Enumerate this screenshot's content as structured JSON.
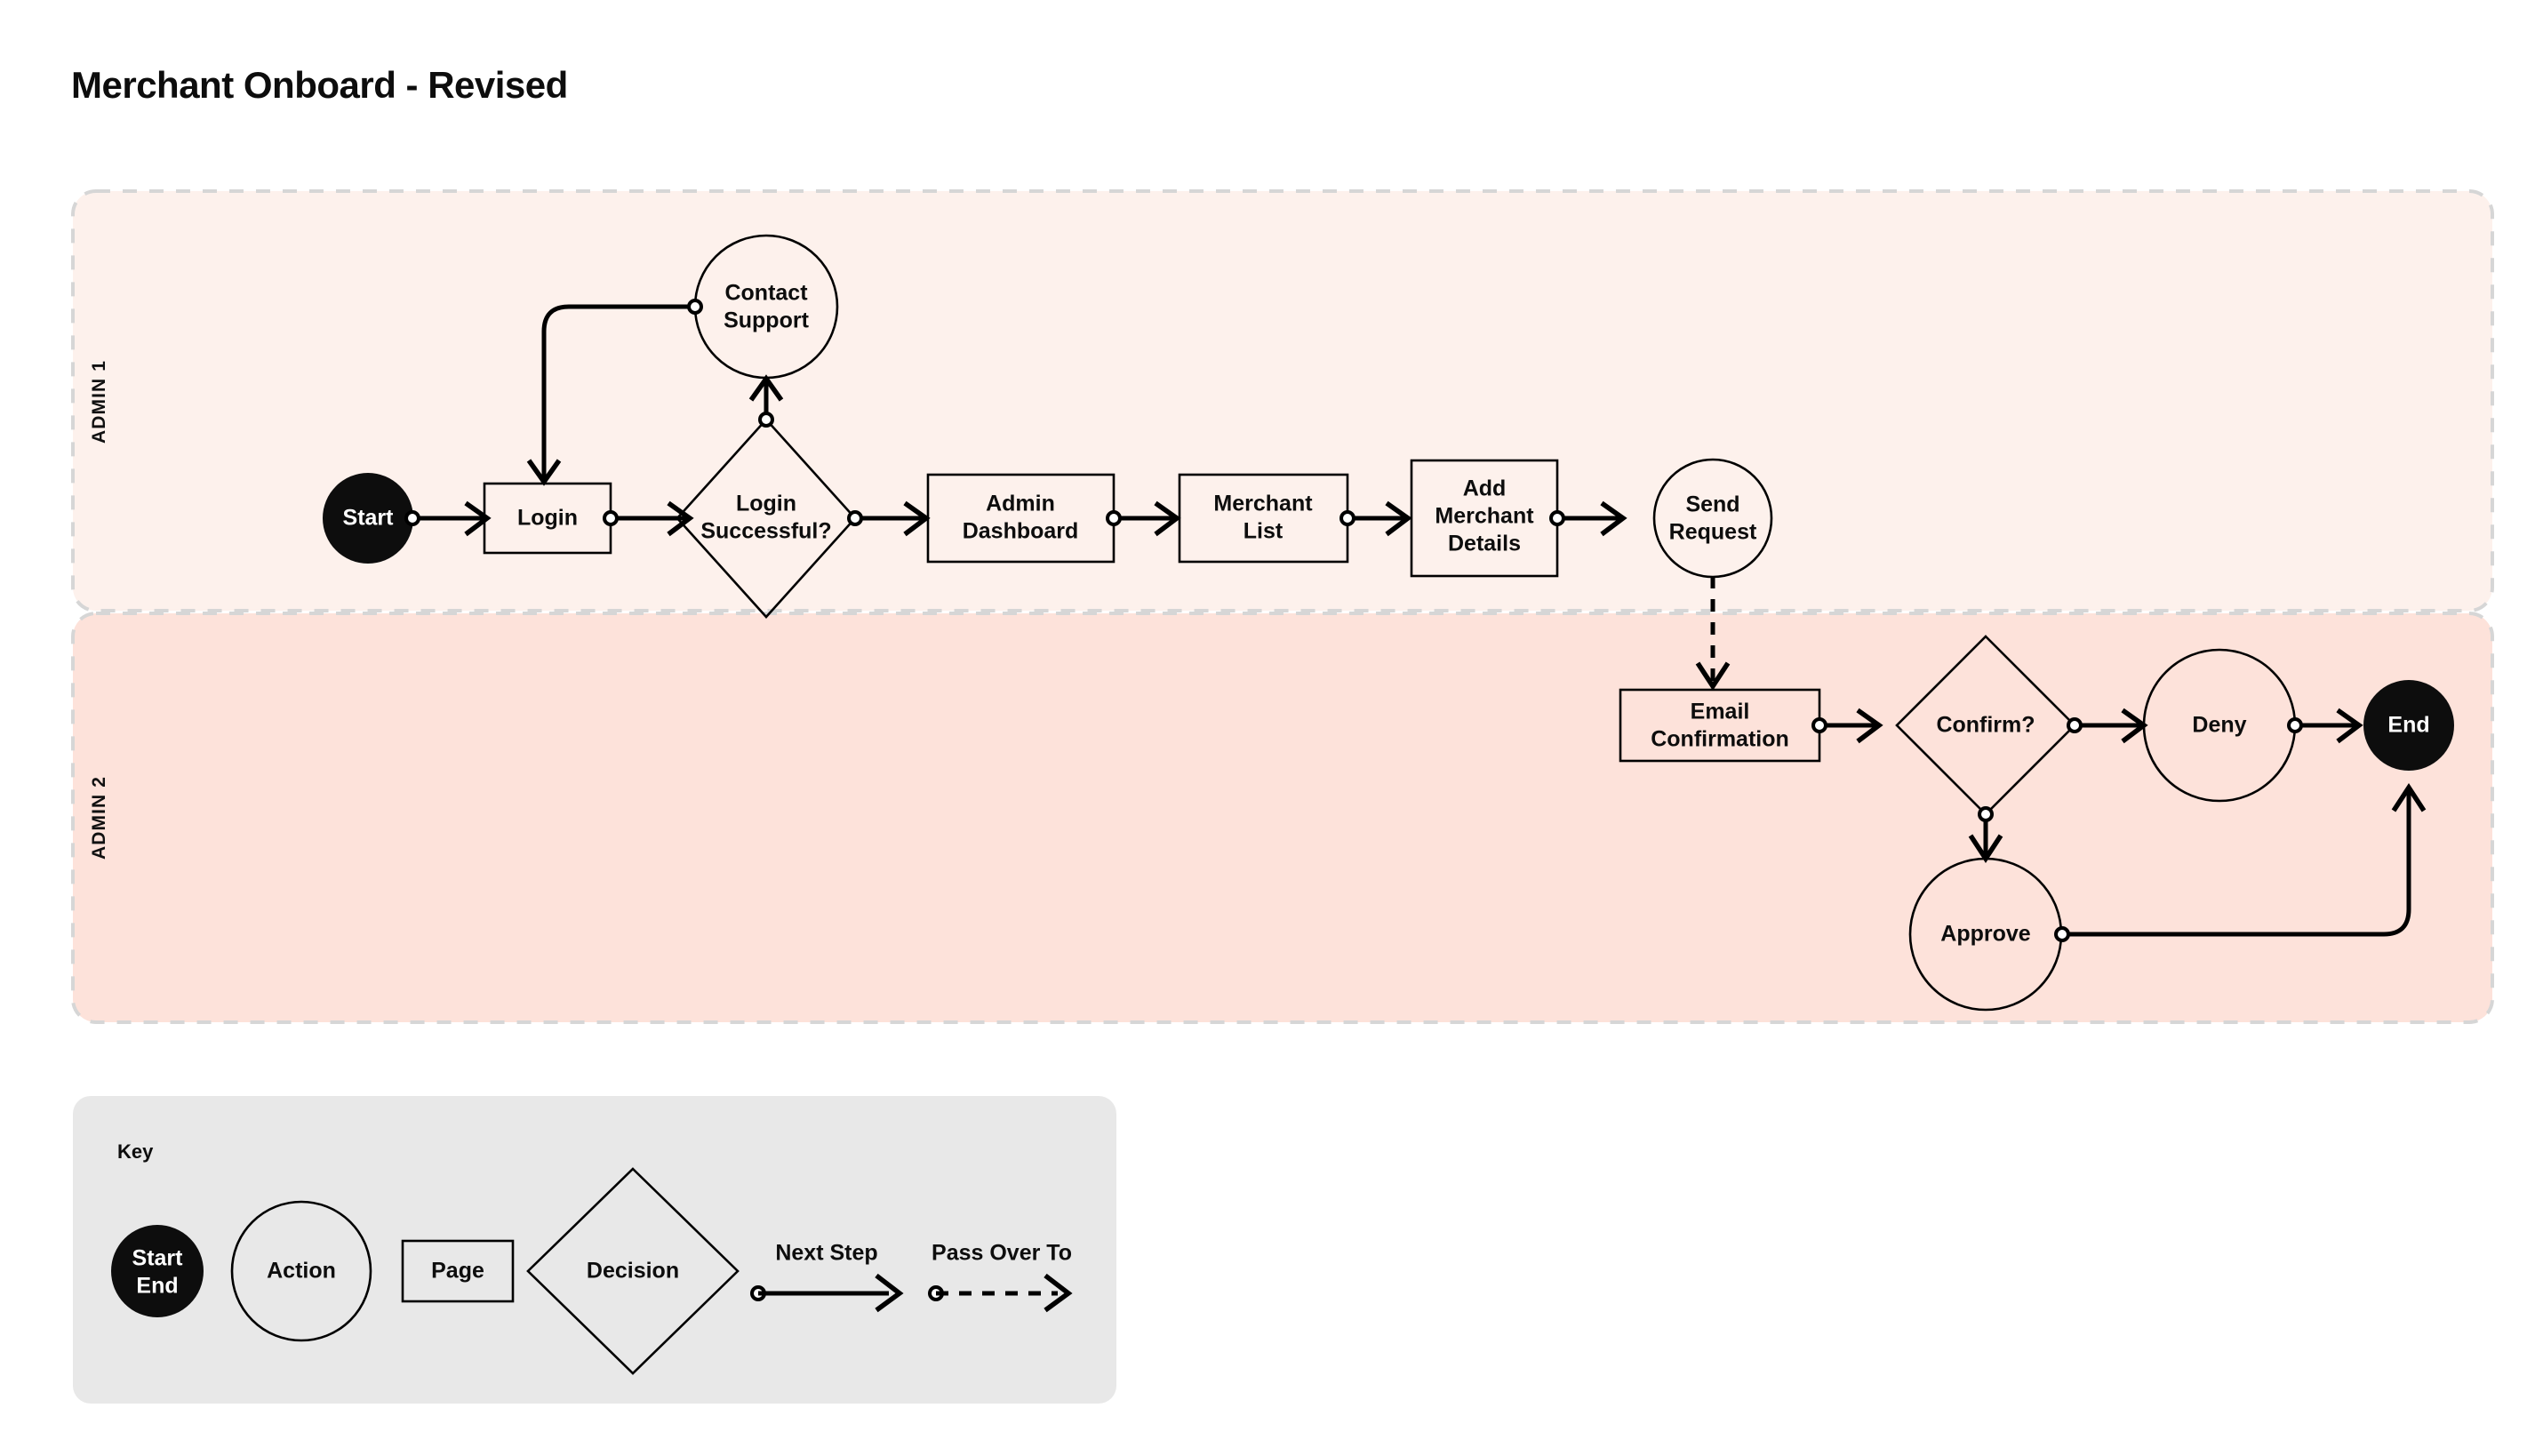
{
  "page": {
    "title": "Merchant Onboard - Revised",
    "background": "#ffffff"
  },
  "colors": {
    "lane1_fill": "#fdf1ec",
    "lane2_fill": "#fde2da",
    "lane_border": "#d6d6d6",
    "key_fill": "#e8e8e8",
    "stroke": "#000000",
    "node_dark_fill": "#0d0d0d",
    "node_dark_text": "#ffffff"
  },
  "lanes": [
    {
      "id": "admin-1",
      "label": "ADMIN 1"
    },
    {
      "id": "admin-2",
      "label": "ADMIN 2"
    }
  ],
  "nodes": {
    "start": {
      "label": "Start",
      "shape": "start-end",
      "lane": "admin-1"
    },
    "login": {
      "label": "Login",
      "shape": "page",
      "lane": "admin-1"
    },
    "contact_support": {
      "label_line1": "Contact",
      "label_line2": "Support",
      "shape": "action",
      "lane": "admin-1"
    },
    "login_successful": {
      "label_line1": "Login",
      "label_line2": "Successful?",
      "shape": "decision",
      "lane": "admin-1"
    },
    "admin_dashboard": {
      "label_line1": "Admin",
      "label_line2": "Dashboard",
      "shape": "page",
      "lane": "admin-1"
    },
    "merchant_list": {
      "label_line1": "Merchant",
      "label_line2": "List",
      "shape": "page",
      "lane": "admin-1"
    },
    "add_merchant_details": {
      "label_line1": "Add",
      "label_line2": "Merchant",
      "label_line3": "Details",
      "shape": "page",
      "lane": "admin-1"
    },
    "send_request": {
      "label_line1": "Send",
      "label_line2": "Request",
      "shape": "action",
      "lane": "admin-1"
    },
    "email_confirmation": {
      "label_line1": "Email",
      "label_line2": "Confirmation",
      "shape": "page",
      "lane": "admin-2"
    },
    "confirm": {
      "label": "Confirm?",
      "shape": "decision",
      "lane": "admin-2"
    },
    "deny": {
      "label": "Deny",
      "shape": "action",
      "lane": "admin-2"
    },
    "approve": {
      "label": "Approve",
      "shape": "action",
      "lane": "admin-2"
    },
    "end": {
      "label": "End",
      "shape": "start-end",
      "lane": "admin-2"
    }
  },
  "edges": [
    {
      "from": "start",
      "to": "login",
      "type": "next-step"
    },
    {
      "from": "login",
      "to": "login_successful",
      "type": "next-step"
    },
    {
      "from": "login_successful",
      "to": "contact_support",
      "type": "next-step"
    },
    {
      "from": "contact_support",
      "to": "login",
      "type": "next-step"
    },
    {
      "from": "login_successful",
      "to": "admin_dashboard",
      "type": "next-step"
    },
    {
      "from": "admin_dashboard",
      "to": "merchant_list",
      "type": "next-step"
    },
    {
      "from": "merchant_list",
      "to": "add_merchant_details",
      "type": "next-step"
    },
    {
      "from": "add_merchant_details",
      "to": "send_request",
      "type": "next-step"
    },
    {
      "from": "send_request",
      "to": "email_confirmation",
      "type": "pass-over-to"
    },
    {
      "from": "email_confirmation",
      "to": "confirm",
      "type": "next-step"
    },
    {
      "from": "confirm",
      "to": "deny",
      "type": "next-step"
    },
    {
      "from": "confirm",
      "to": "approve",
      "type": "next-step"
    },
    {
      "from": "deny",
      "to": "end",
      "type": "next-step"
    },
    {
      "from": "approve",
      "to": "end",
      "type": "next-step"
    }
  ],
  "key": {
    "title": "Key",
    "items": [
      {
        "id": "start-end",
        "label_line1": "Start",
        "label_line2": "End",
        "shape": "filled-circle"
      },
      {
        "id": "action",
        "label": "Action",
        "shape": "circle"
      },
      {
        "id": "page",
        "label": "Page",
        "shape": "rectangle"
      },
      {
        "id": "decision",
        "label": "Decision",
        "shape": "diamond"
      },
      {
        "id": "next-step",
        "label": "Next Step",
        "shape": "solid-arrow"
      },
      {
        "id": "pass-over-to",
        "label": "Pass Over To",
        "shape": "dashed-arrow"
      }
    ]
  }
}
